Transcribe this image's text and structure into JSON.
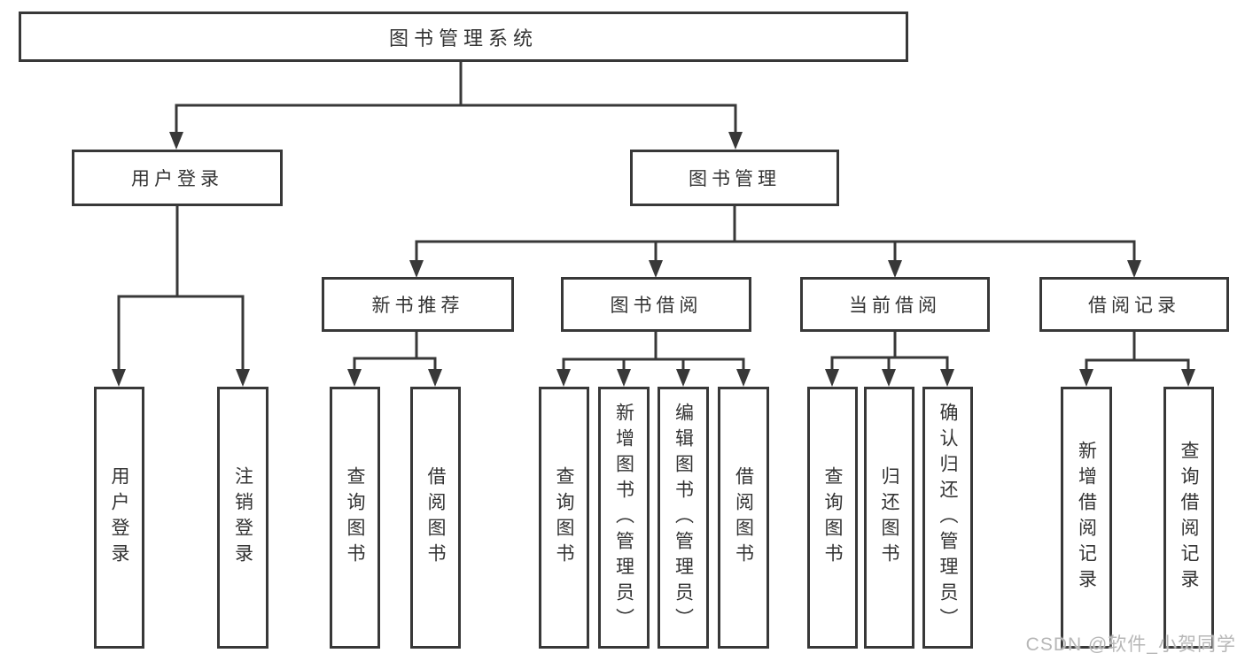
{
  "diagram_title": "图书管理系统",
  "tree": {
    "label": "图书管理系统",
    "children": [
      {
        "label": "用户登录",
        "children": [
          {
            "label": "用户登录"
          },
          {
            "label": "注销登录"
          }
        ]
      },
      {
        "label": "图书管理",
        "children": [
          {
            "label": "新书推荐",
            "children": [
              {
                "label": "查询图书"
              },
              {
                "label": "借阅图书"
              }
            ]
          },
          {
            "label": "图书借阅",
            "children": [
              {
                "label": "查询图书"
              },
              {
                "label": "新增图书（管理员）"
              },
              {
                "label": "编辑图书（管理员）"
              },
              {
                "label": "借阅图书"
              }
            ]
          },
          {
            "label": "当前借阅",
            "children": [
              {
                "label": "查询图书"
              },
              {
                "label": "归还图书"
              },
              {
                "label": "确认归还（管理员）"
              }
            ]
          },
          {
            "label": "借阅记录",
            "children": [
              {
                "label": "新增借阅记录"
              },
              {
                "label": "查询借阅记录"
              }
            ]
          }
        ]
      }
    ]
  },
  "watermark": {
    "text": "CSDN @软件_小贺同学",
    "color": "#b7b7b7"
  },
  "colors": {
    "line": "#383838",
    "text": "#333333",
    "background": "#ffffff"
  }
}
